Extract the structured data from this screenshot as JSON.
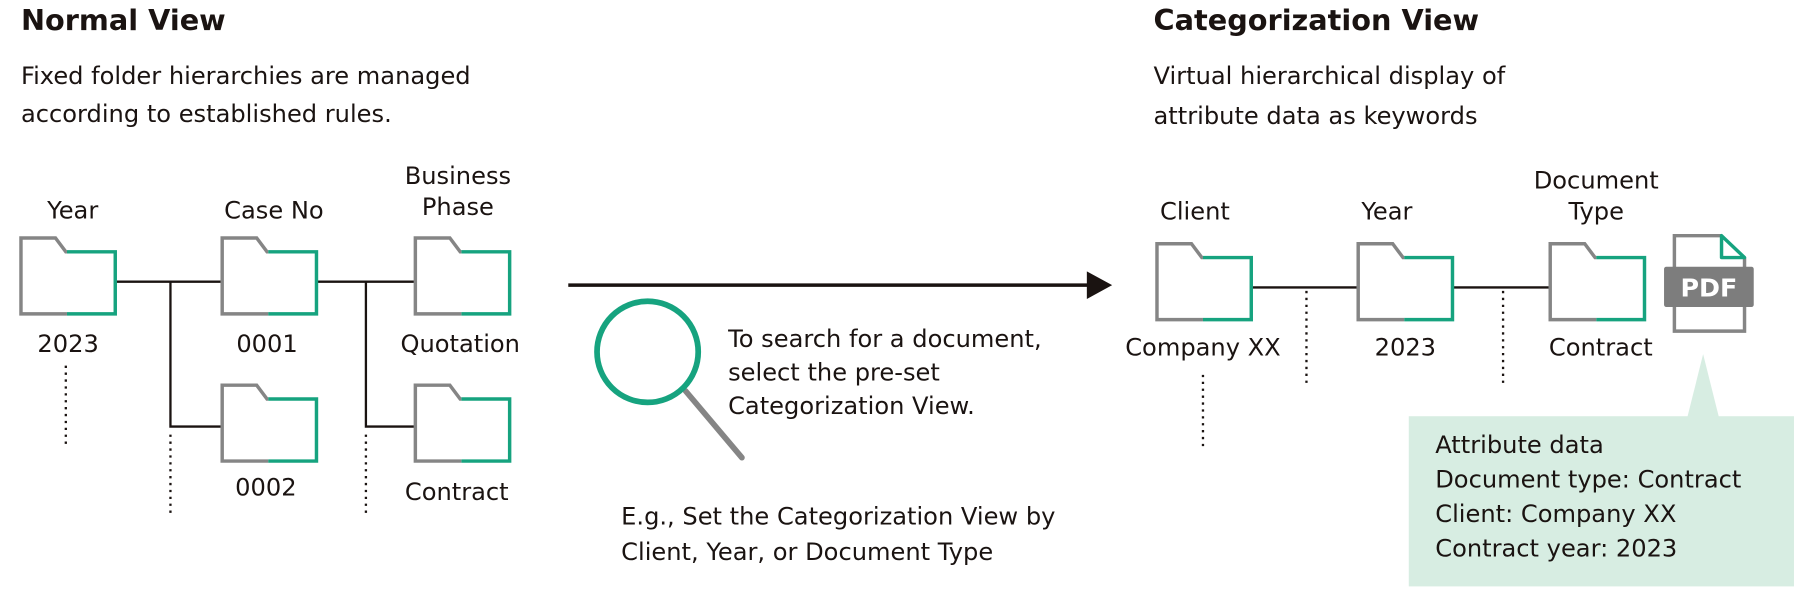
{
  "colors": {
    "accent": "#16a37f",
    "folder_gray": "#858585",
    "callout_fill": "#d7ede2",
    "pdf_band": "#7d7d7d"
  },
  "normal_view": {
    "title": "Normal View",
    "description": [
      "Fixed folder hierarchies are managed",
      "according to established rules."
    ],
    "levels": {
      "year": "Year",
      "case_no": "Case No",
      "business_phase": [
        "Business",
        "Phase"
      ]
    },
    "folders": {
      "year": "2023",
      "case_1": "0001",
      "case_2": "0002",
      "phase_1": "Quotation",
      "phase_2": "Contract"
    }
  },
  "search_note": {
    "icon": "magnifier-icon",
    "text": [
      "To search for a document,",
      "select the pre-set",
      "Categorization View."
    ],
    "example": [
      "E.g., Set the Categorization View by",
      "Client, Year, or Document Type"
    ]
  },
  "categorization_view": {
    "title": "Categorization View",
    "description": [
      "Virtual hierarchical display of",
      "attribute data as keywords"
    ],
    "levels": {
      "client": "Client",
      "year": "Year",
      "document_type": [
        "Document",
        "Type"
      ]
    },
    "folders": {
      "client": "Company XX",
      "year": "2023",
      "document_type": "Contract"
    },
    "file": {
      "icon": "pdf-file-icon",
      "label": "PDF"
    },
    "attribute_callout": [
      "Attribute data",
      "Document type: Contract",
      "Client: Company XX",
      "Contract year: 2023"
    ]
  }
}
